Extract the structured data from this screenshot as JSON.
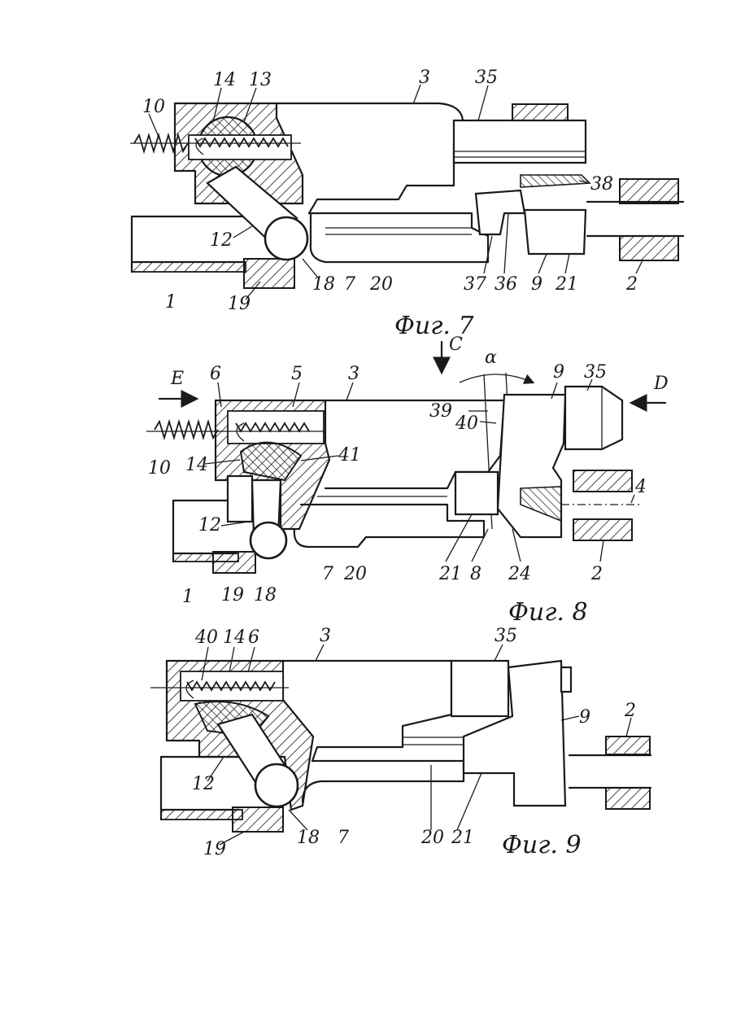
{
  "figures": [
    {
      "id": "fig7",
      "caption": "Фиг. 7",
      "labels": {
        "l10": "10",
        "l14": "14",
        "l13": "13",
        "l3": "3",
        "l35": "35",
        "l38": "38",
        "l12": "12",
        "l1": "1",
        "l19": "19",
        "l18": "18",
        "l7": "7",
        "l20": "20",
        "l37": "37",
        "l36": "36",
        "l9": "9",
        "l21": "21",
        "l2": "2"
      }
    },
    {
      "id": "fig8",
      "caption": "Фиг. 8",
      "labels": {
        "lC": "C",
        "lAlpha": "α",
        "lE": "E",
        "l6": "6",
        "l5": "5",
        "l3": "3",
        "l9": "9",
        "l35": "35",
        "lD": "D",
        "l39": "39",
        "l40": "40",
        "l10": "10",
        "l14": "14",
        "l41": "41",
        "l4": "4",
        "l12": "12",
        "l1": "1",
        "l19": "19",
        "l18": "18",
        "l7": "7",
        "l20": "20",
        "l21": "21",
        "l8": "8",
        "l24": "24",
        "l2": "2"
      }
    },
    {
      "id": "fig9",
      "caption": "Фиг. 9",
      "labels": {
        "l40": "40",
        "l14": "14",
        "l6": "6",
        "l3": "3",
        "l35": "35",
        "l9": "9",
        "l2": "2",
        "l12": "12",
        "l19": "19",
        "l18": "18",
        "l7": "7",
        "l20": "20",
        "l21": "21"
      }
    }
  ]
}
